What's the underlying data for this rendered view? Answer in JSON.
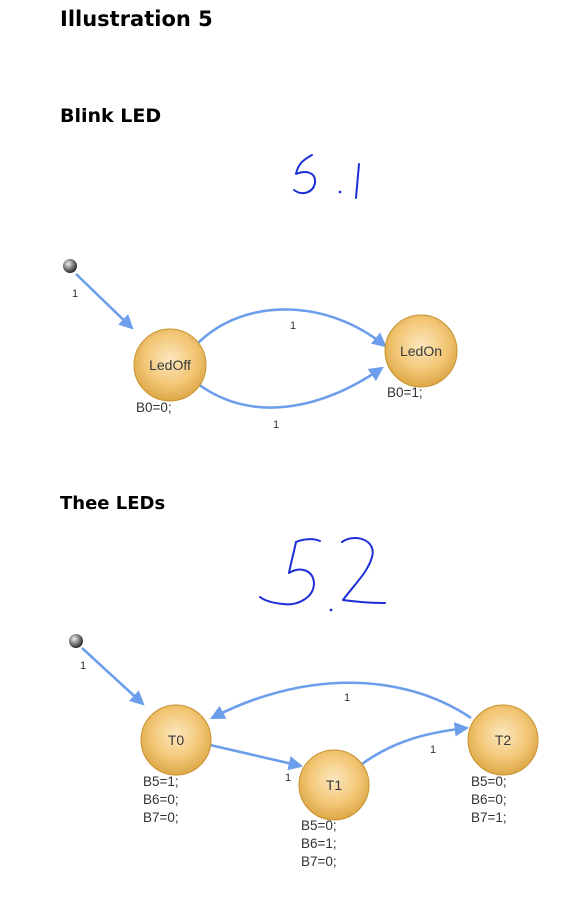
{
  "page": {
    "title": "Illustration 5"
  },
  "diagrams": [
    {
      "heading": "Blink LED",
      "handwritten_label": "5.1",
      "initial_transition_label": "1",
      "states": [
        {
          "name": "LedOff",
          "actions": [
            "B0=0;"
          ]
        },
        {
          "name": "LedOn",
          "actions": [
            "B0=1;"
          ]
        }
      ],
      "transitions": [
        {
          "from": "LedOff",
          "to": "LedOn",
          "label": "1"
        },
        {
          "from": "LedOff",
          "to": "LedOn",
          "label": "1"
        }
      ]
    },
    {
      "heading": "Thee LEDs",
      "handwritten_label": "5.2",
      "initial_transition_label": "1",
      "states": [
        {
          "name": "T0",
          "actions": [
            "B5=1;",
            "B6=0;",
            "B7=0;"
          ]
        },
        {
          "name": "T1",
          "actions": [
            "B5=0;",
            "B6=1;",
            "B7=0;"
          ]
        },
        {
          "name": "T2",
          "actions": [
            "B5=0;",
            "B6=0;",
            "B7=1;"
          ]
        }
      ],
      "transitions": [
        {
          "from": "T0",
          "to": "T1",
          "label": "1"
        },
        {
          "from": "T1",
          "to": "T2",
          "label": "1"
        },
        {
          "from": "T2",
          "to": "T0",
          "label": "1"
        }
      ]
    }
  ]
}
